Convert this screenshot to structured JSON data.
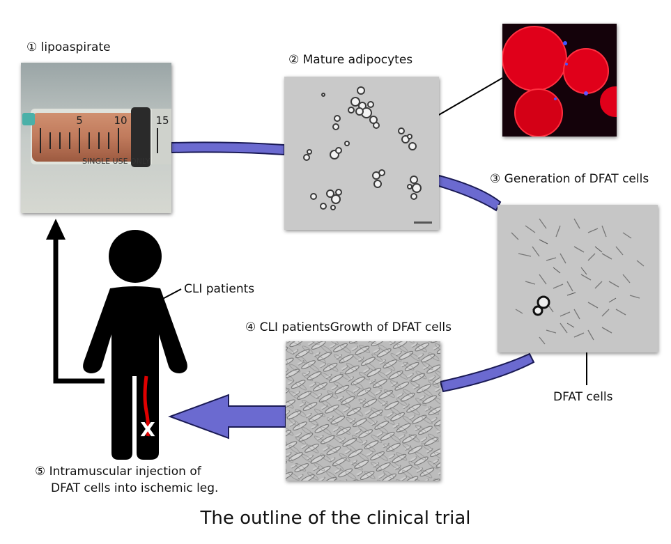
{
  "steps": {
    "s1": "① lipoaspirate",
    "s2": "② Mature adipocytes",
    "s3": "③ Generation of DFAT cells",
    "s4": "④ CLI patientsGrowth of DFAT cells",
    "s5_line1": "⑤ Intramuscular injection of",
    "s5_line2": "DFAT cells into ischemic leg."
  },
  "labels": {
    "cli_patients": "CLI patients",
    "dfat_cells": "DFAT cells",
    "injection_mark": "X"
  },
  "syringe": {
    "scale_5": "5",
    "scale_10": "10",
    "scale_15": "15",
    "print": "SINGLE USE ONLY"
  },
  "title": "The outline of the clinical trial",
  "colors": {
    "arrow_fill": "#6b6ad0",
    "arrow_stroke": "#1a1a55",
    "vessel": "#e00000",
    "fluor_red": "#e0001a"
  }
}
